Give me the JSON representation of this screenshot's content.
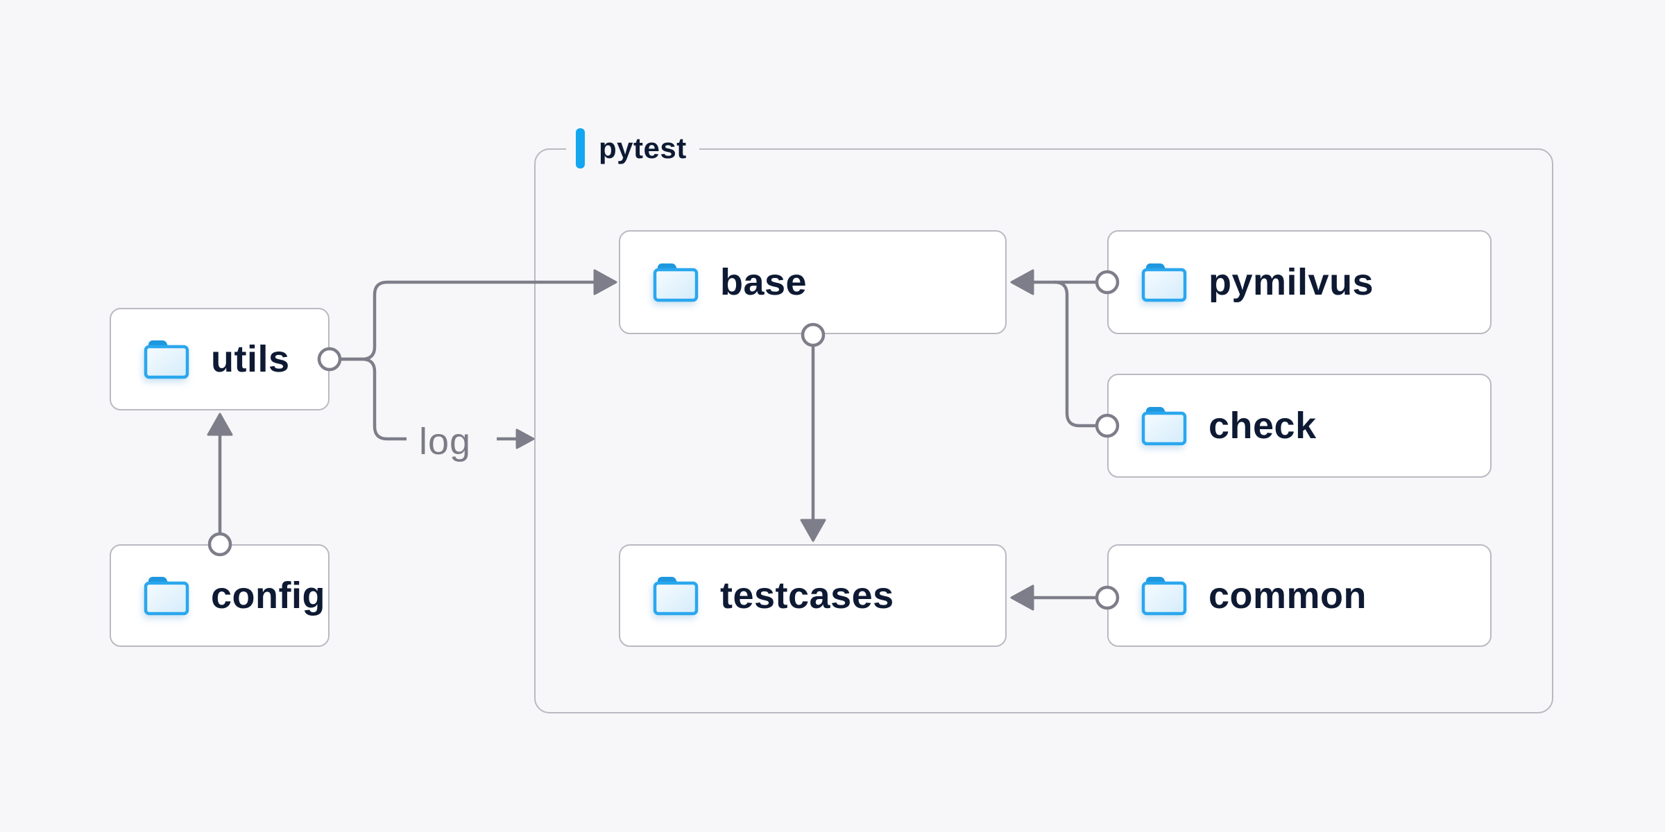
{
  "colors": {
    "background": "#f7f7f9",
    "node_background": "#ffffff",
    "border_gray": "#b9b9c2",
    "wire_gray": "#7e7e8a",
    "text_navy": "#0e1a33",
    "accent_blue": "#12a7f0",
    "folder_stroke_blue": "#2aa7ee",
    "folder_tab_blue": "#1e97de",
    "folder_fill_light": "#e9f4fd"
  },
  "diagram": {
    "group": {
      "label": "pytest"
    },
    "edge_label": "log",
    "nodes": {
      "utils": {
        "label": "utils",
        "icon": "folder-icon"
      },
      "config": {
        "label": "config",
        "icon": "folder-icon"
      },
      "base": {
        "label": "base",
        "icon": "folder-icon"
      },
      "pymilvus": {
        "label": "pymilvus",
        "icon": "folder-icon"
      },
      "check": {
        "label": "check",
        "icon": "folder-icon"
      },
      "testcases": {
        "label": "testcases",
        "icon": "folder-icon"
      },
      "common": {
        "label": "common",
        "icon": "folder-icon"
      }
    },
    "edges": [
      {
        "from": "config",
        "to": "utils"
      },
      {
        "from": "utils",
        "to": "base"
      },
      {
        "from": "utils",
        "to": "pytest",
        "label": "log"
      },
      {
        "from": "pymilvus",
        "to": "base"
      },
      {
        "from": "check",
        "to": "base"
      },
      {
        "from": "base",
        "to": "testcases"
      },
      {
        "from": "common",
        "to": "testcases"
      }
    ]
  }
}
